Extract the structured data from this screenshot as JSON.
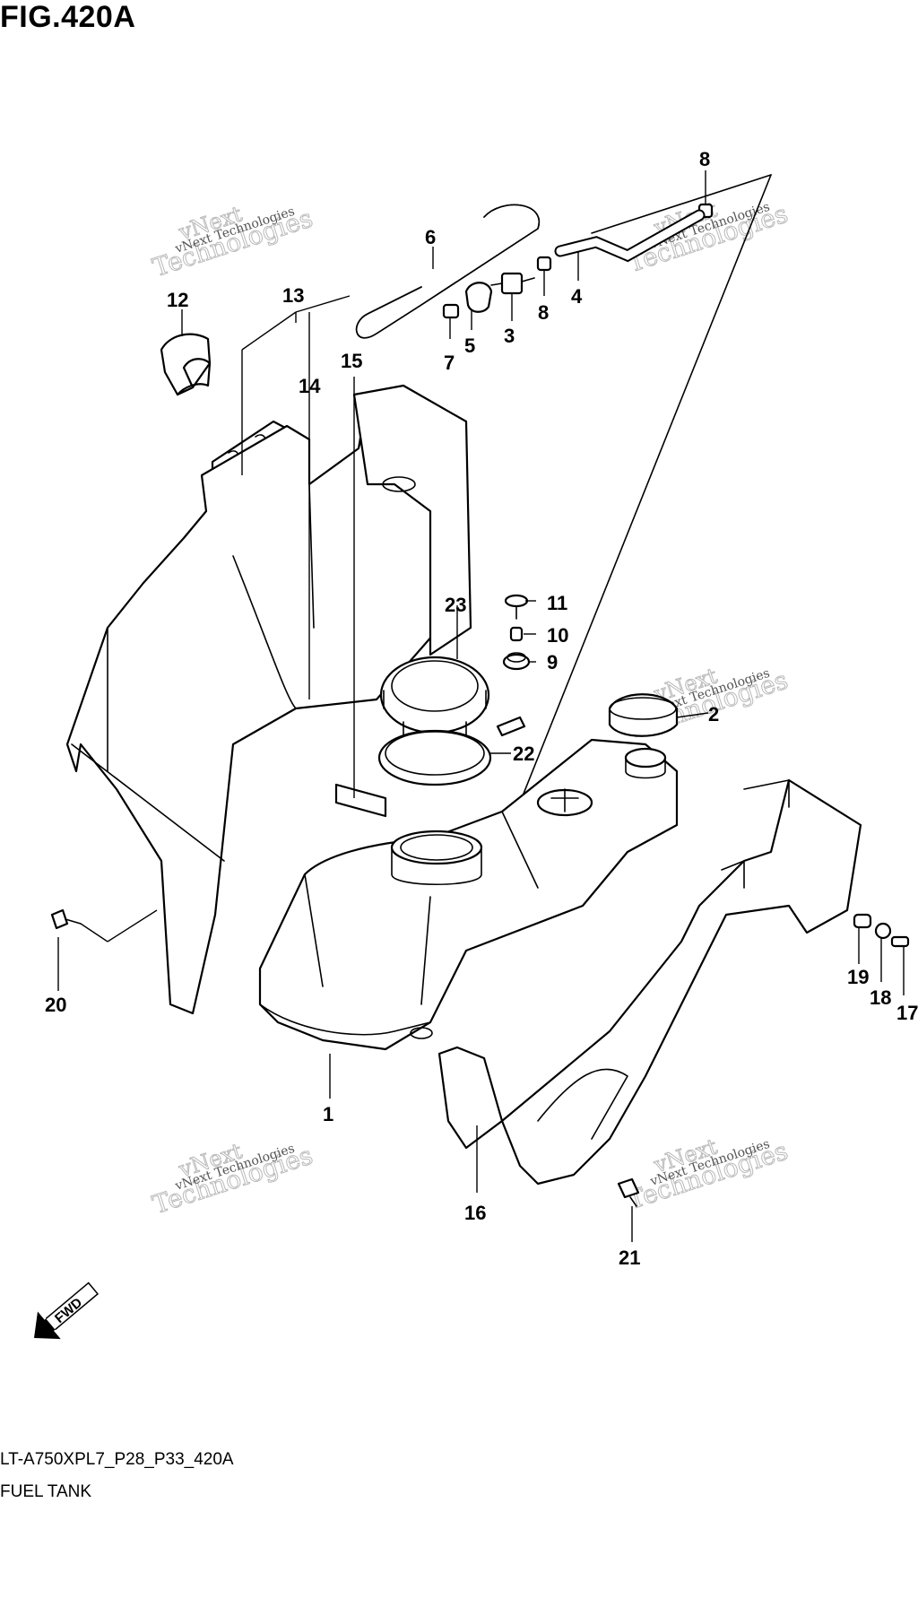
{
  "figure": {
    "title": "FIG.420A",
    "model_code": "LT-A750XPL7_P28_P33_420A",
    "section_name": "FUEL TANK",
    "forward_label": "FWD"
  },
  "watermark": {
    "line1": "vNext",
    "line2": "Technologies",
    "small": "vNext Technologies"
  },
  "callouts": [
    "1",
    "2",
    "3",
    "4",
    "5",
    "6",
    "7",
    "8",
    "8",
    "9",
    "10",
    "11",
    "12",
    "13",
    "14",
    "15",
    "16",
    "17",
    "18",
    "19",
    "20",
    "21",
    "22",
    "23"
  ]
}
